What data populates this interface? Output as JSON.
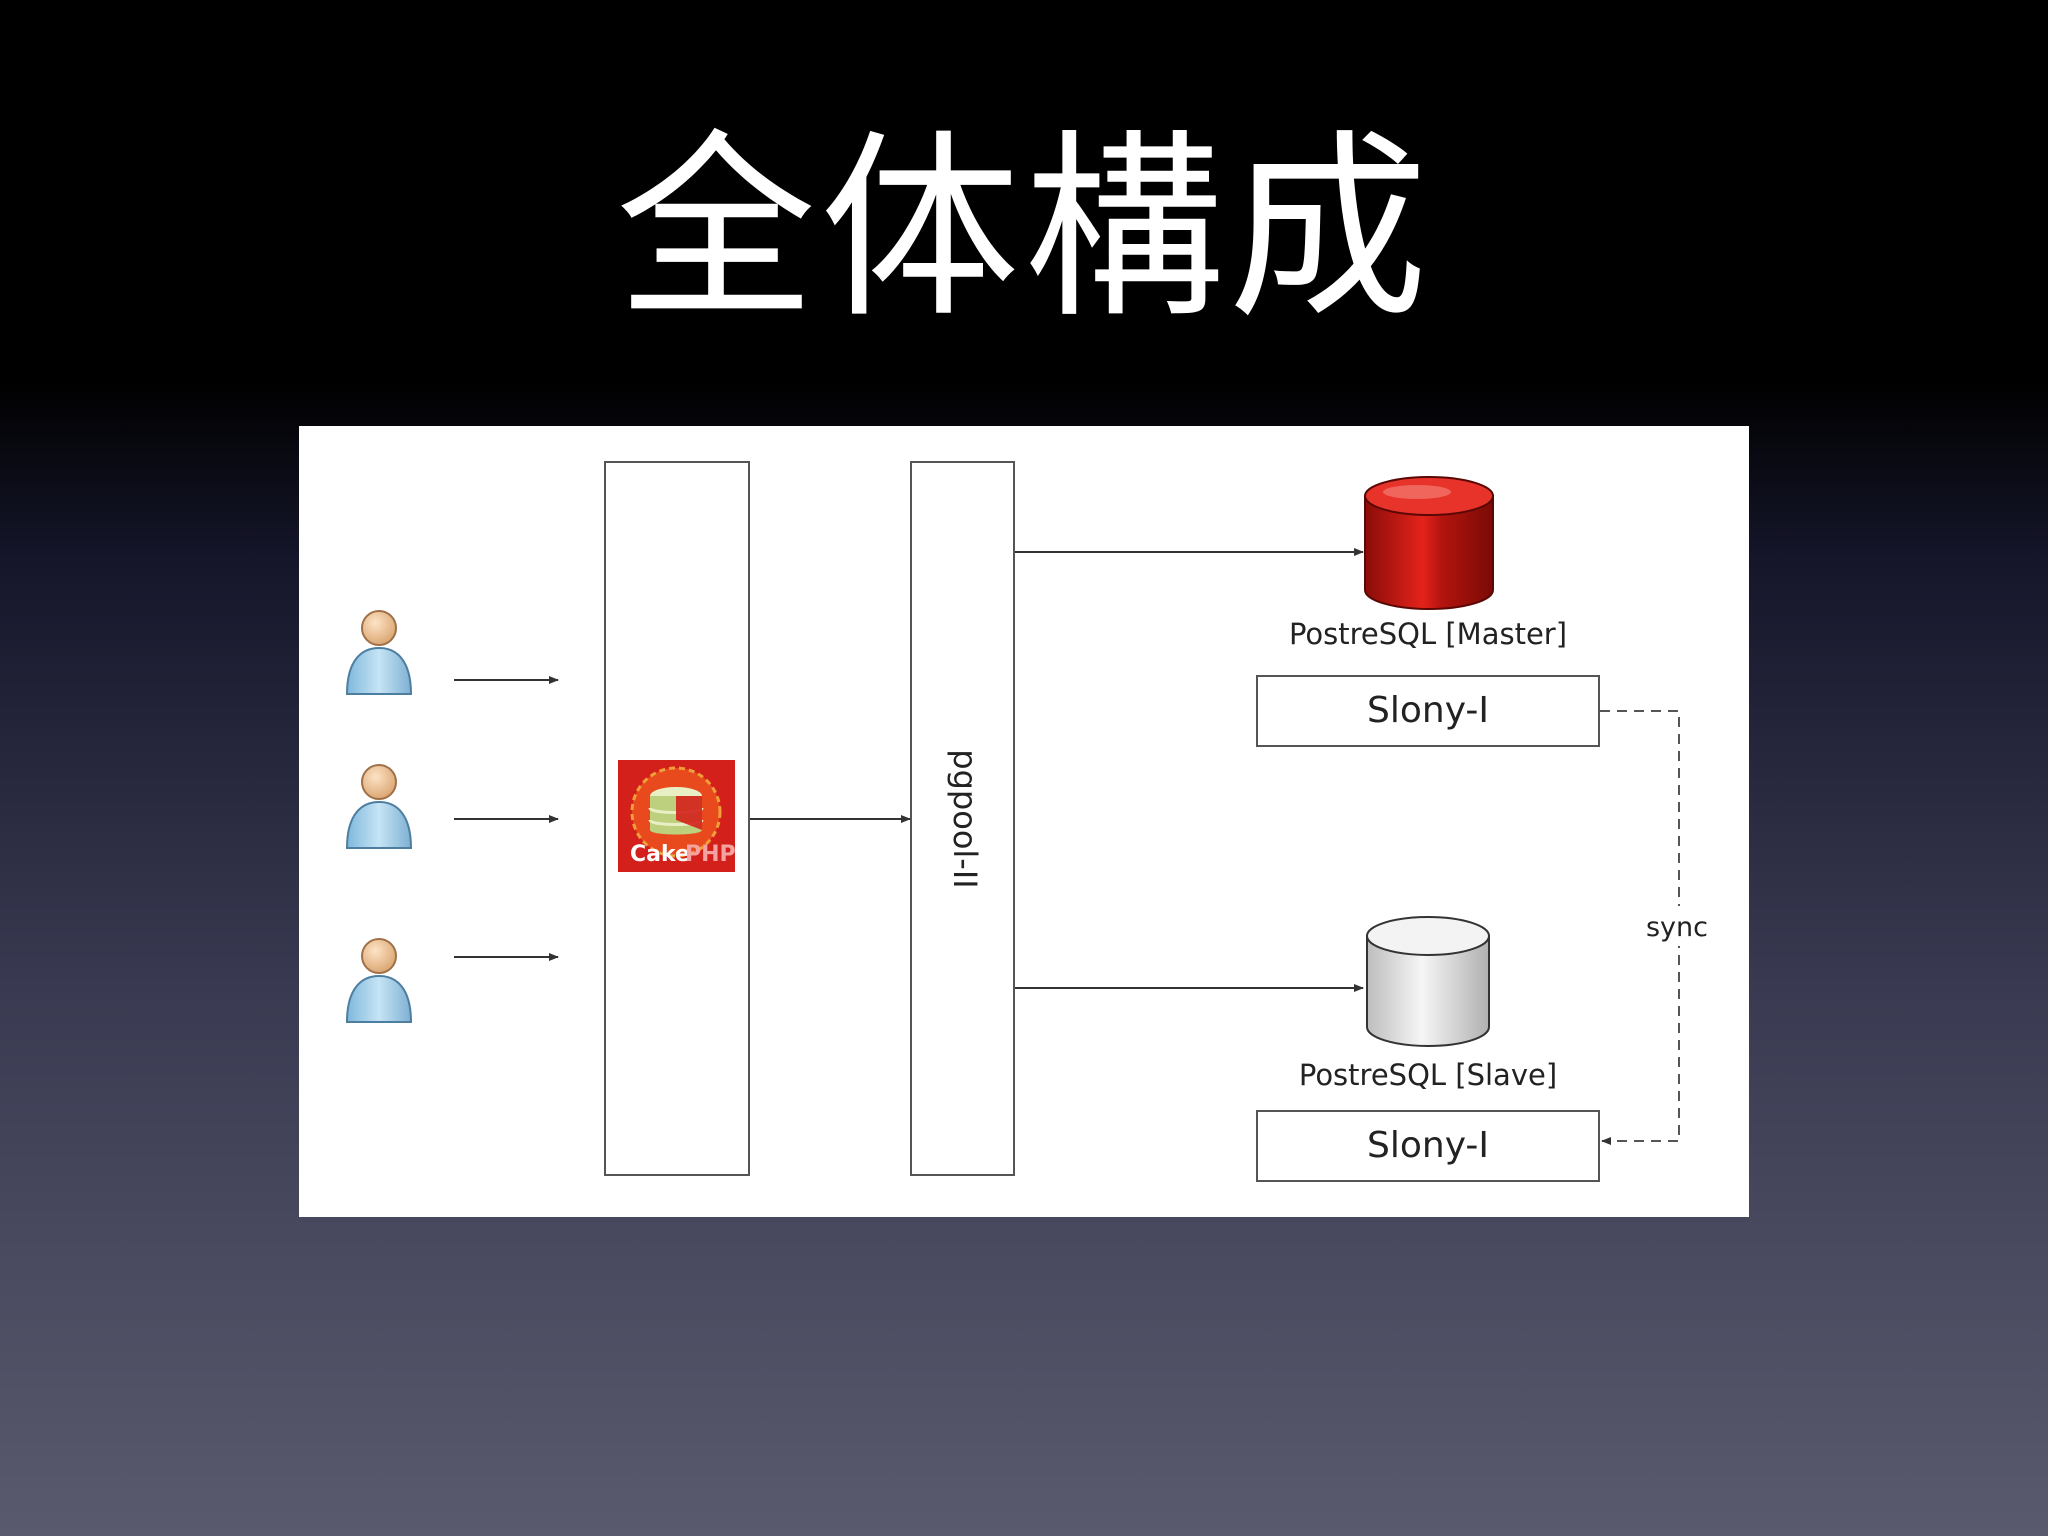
{
  "slide": {
    "title": "全体構成"
  },
  "diagram": {
    "colors": {
      "line": "#333333",
      "master_db": "#d11a12",
      "slave_db": "#dcdcdc",
      "user_body": "#a9d3ec",
      "user_head": "#f2c9a0",
      "cakephp_bg": "#d3201b"
    },
    "users": [
      {
        "icon": "user-icon"
      },
      {
        "icon": "user-icon"
      },
      {
        "icon": "user-icon"
      }
    ],
    "app_server": {
      "logo_text_a": "Cake",
      "logo_text_b": "PHP"
    },
    "pgpool": {
      "label": "pgpool-II"
    },
    "master": {
      "db_label": "PostreSQL [Master]",
      "replication_label": "Slony-I"
    },
    "slave": {
      "db_label": "PostreSQL [Slave]",
      "replication_label": "Slony-I"
    },
    "sync": {
      "label": "sync"
    }
  }
}
